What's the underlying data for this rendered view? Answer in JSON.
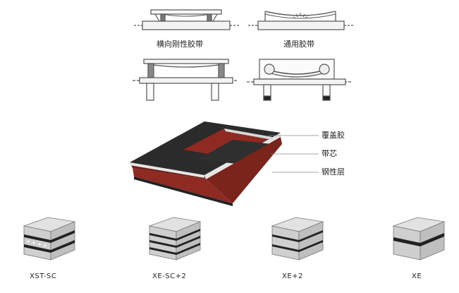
{
  "top_diagrams": {
    "label_rigid": "横向刚性胶带",
    "label_general": "通用胶带"
  },
  "belt_section": {
    "label_cover": "覆盖胶",
    "label_core": "带芯",
    "label_steel": "钢性层"
  },
  "variants": [
    {
      "label": "XST-SC"
    },
    {
      "label": "XE-SC+2"
    },
    {
      "label": "XE+2"
    },
    {
      "label": "XE"
    }
  ],
  "colors": {
    "line": "#555555",
    "belt_top": "#2a2a2a",
    "belt_red": "#8e2a22",
    "belt_white": "#e8e8e8"
  }
}
